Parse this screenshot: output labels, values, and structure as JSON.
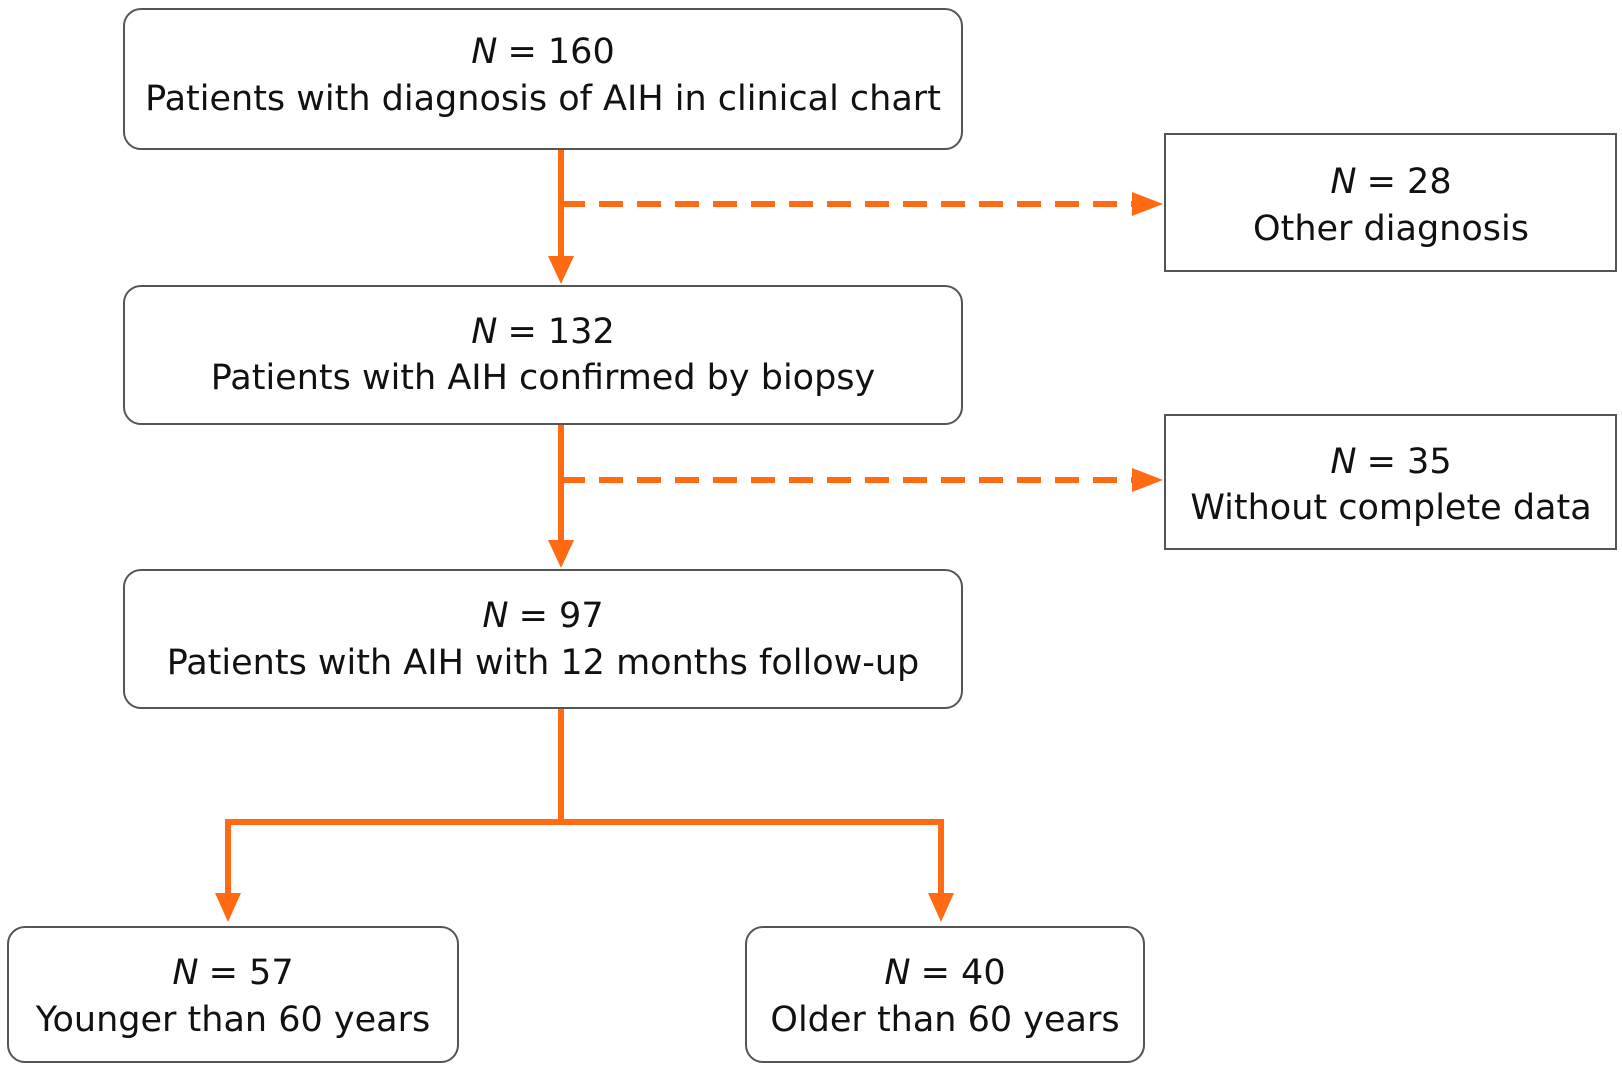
{
  "theme": {
    "arrow_color": "#FF6A13",
    "box_border": "#555555",
    "text_color": "#111111"
  },
  "nodes": {
    "total": {
      "n_symbol": "N",
      "n_value": "= 160",
      "label": "Patients with diagnosis of AIH in clinical chart"
    },
    "other_diagnosis": {
      "n_symbol": "N",
      "n_value": "= 28",
      "label": "Other diagnosis"
    },
    "confirmed": {
      "n_symbol": "N",
      "n_value": "= 132",
      "label": "Patients with AIH confirmed by biopsy"
    },
    "incomplete": {
      "n_symbol": "N",
      "n_value": "= 35",
      "label": "Without complete data"
    },
    "followup": {
      "n_symbol": "N",
      "n_value": "= 97",
      "label": "Patients with AIH with 12 months follow-up"
    },
    "younger": {
      "n_symbol": "N",
      "n_value": "= 57",
      "label": "Younger than 60 years"
    },
    "older": {
      "n_symbol": "N",
      "n_value": "= 40",
      "label": "Older than 60 years"
    }
  }
}
